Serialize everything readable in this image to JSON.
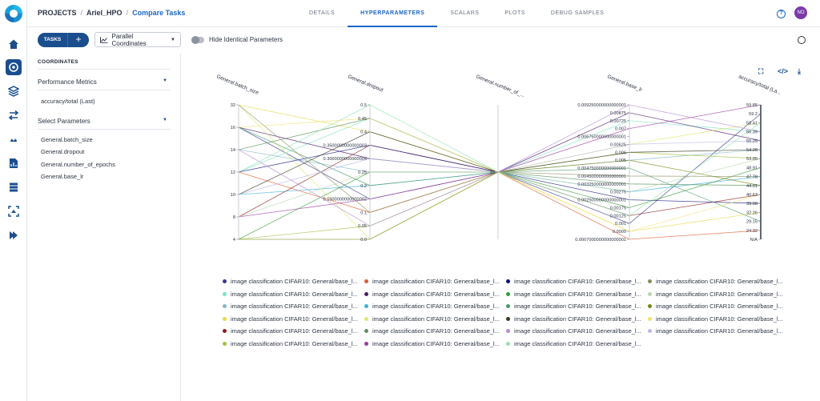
{
  "breadcrumb": {
    "projects": "PROJECTS",
    "project": "Ariel_HPO",
    "page": "Compare Tasks",
    "sep": "/"
  },
  "tabs": [
    "DETAILS",
    "HYPERPARAMETERS",
    "SCALARS",
    "PLOTS",
    "DEBUG SAMPLES"
  ],
  "active_tab": "HYPERPARAMETERS",
  "user": {
    "initials": "NO"
  },
  "help_label": "?",
  "toolbar": {
    "tasks_label": "TASKS",
    "add_label": "+",
    "view_label": "Parallel Coordinates",
    "hide_identical_label": "Hide Identical Parameters"
  },
  "panel": {
    "title": "COORDINATES",
    "metrics_label": "Performance Metrics",
    "metrics": [
      "accuracy/total (Last)"
    ],
    "params_label": "Select Parameters",
    "params": [
      "General.batch_size",
      "General.dropout",
      "General.number_of_epochs",
      "General.base_lr"
    ]
  },
  "colors": {
    "accent": "#1a66c8",
    "navy": "#1b4e8e"
  },
  "chart_data": {
    "type": "parallel-coordinates",
    "axes": [
      {
        "label": "General.batch_size",
        "ticks": [
          "32",
          "16",
          "14",
          "12",
          "10",
          "8",
          "4"
        ]
      },
      {
        "label": "General.dropout",
        "ticks": [
          "0.5",
          "0.45",
          "0.4",
          "0.3500000000000003",
          "0.3000000000000004",
          "0.25",
          "0.2",
          "0.1500000000000002",
          "0.1",
          "0.05",
          "0.0"
        ]
      },
      {
        "label": "General.number_of_...",
        "ticks": [
          "10"
        ]
      },
      {
        "label": "General.base_lr",
        "ticks": [
          "0.009250000000000001",
          "0.00875",
          "0.00725",
          "0.007",
          "0.006750000000000001",
          "0.00625",
          "0.006",
          "0.005",
          "0.004750000000000001",
          "0.004500000000000001",
          "0.003250000000000001",
          "0.00275",
          "0.002500000000000001",
          "0.00175",
          "0.00125",
          "0.001",
          "0.0009",
          "0.0007000000000000001"
        ]
      },
      {
        "label": "accuracy/total (La...",
        "ticks": [
          "59.85",
          "59.2",
          "58.41",
          "56.39",
          "55.25",
          "54.28",
          "53.05",
          "48.91",
          "47.78",
          "44.01",
          "40.63",
          "39.08",
          "32.26",
          "29.15",
          "24.32",
          "N/A"
        ]
      }
    ],
    "runs": [
      {
        "name": "image classification CIFAR10: General/base_l...",
        "color": "#3b3b8f",
        "values": [
          16,
          0.15,
          10,
          0.001,
          59.2
        ]
      },
      {
        "name": "image classification CIFAR10: General/base_l...",
        "color": "#7fe0c4",
        "values": [
          12,
          0.45,
          10,
          0.00725,
          56.39
        ]
      },
      {
        "name": "image classification CIFAR10: General/base_l...",
        "color": "#87b6c7",
        "values": [
          14,
          0.25,
          10,
          0.005,
          54.28
        ]
      },
      {
        "name": "image classification CIFAR10: General/base_l...",
        "color": "#e6d94a",
        "values": [
          32,
          0.4,
          10,
          0.0009,
          32.26
        ]
      },
      {
        "name": "image classification CIFAR10: General/base_l...",
        "color": "#8b2020",
        "values": [
          8,
          0.35,
          10,
          0.00125,
          40.63
        ]
      },
      {
        "name": "image classification CIFAR10: General/base_l...",
        "color": "#a0c040",
        "values": [
          4,
          0.05,
          10,
          0.006,
          53.05
        ]
      },
      {
        "name": "image classification CIFAR10: General/base_l...",
        "color": "#e05a30",
        "values": [
          12,
          0.1,
          10,
          0.0007,
          24.32
        ]
      },
      {
        "name": "image classification CIFAR10: General/base_l...",
        "color": "#4b1a6b",
        "values": [
          16,
          0.3,
          10,
          0.00875,
          55.25
        ]
      },
      {
        "name": "image classification CIFAR10: General/base_l...",
        "color": "#3cb0d8",
        "values": [
          10,
          0.2,
          10,
          0.00275,
          47.78
        ]
      },
      {
        "name": "image classification CIFAR10: General/base_l...",
        "color": "#dde86a",
        "values": [
          32,
          0.0,
          10,
          0.00625,
          58.41
        ]
      },
      {
        "name": "image classification CIFAR10: General/base_l...",
        "color": "#5a8f5a",
        "values": [
          14,
          0.45,
          10,
          0.003250000000000001,
          44.01
        ]
      },
      {
        "name": "image classification CIFAR10: General/base_l...",
        "color": "#9a3aa0",
        "values": [
          8,
          0.15,
          10,
          0.007,
          59.85
        ]
      },
      {
        "name": "image classification CIFAR10: General/base_l...",
        "color": "#101080",
        "values": [
          12,
          0.35,
          10,
          0.002500000000000001,
          39.08
        ]
      },
      {
        "name": "image classification CIFAR10: General/base_l...",
        "color": "#3a9a3a",
        "values": [
          4,
          0.25,
          10,
          0.00175,
          48.91
        ]
      },
      {
        "name": "image classification CIFAR10: General/base_l...",
        "color": "#4a9a6a",
        "values": [
          16,
          0.2,
          10,
          0.004750000000000001,
          29.15
        ]
      },
      {
        "name": "image classification CIFAR10: General/base_l...",
        "color": "#3a3a20",
        "values": [
          10,
          0.4,
          10,
          0.006,
          54.28
        ]
      },
      {
        "name": "image classification CIFAR10: General/base_l...",
        "color": "#b58bd0",
        "values": [
          14,
          0.05,
          10,
          0.009250000000000001,
          56.39
        ]
      },
      {
        "name": "image classification CIFAR10: General/base_l...",
        "color": "#8fe6b0",
        "values": [
          12,
          0.5,
          10,
          0.00125,
          58.41
        ]
      },
      {
        "name": "image classification CIFAR10: General/base_l...",
        "color": "#8b8b5a",
        "values": [
          32,
          0.1,
          10,
          0.004500000000000001,
          47.78
        ]
      },
      {
        "name": "image classification CIFAR10: General/base_l...",
        "color": "#b9d6b0",
        "values": [
          8,
          0.25,
          10,
          0.00275,
          53.05
        ]
      },
      {
        "name": "image classification CIFAR10: General/base_l...",
        "color": "#7a8a1a",
        "values": [
          4,
          0.0,
          10,
          0.005,
          44.01
        ]
      },
      {
        "name": "image classification CIFAR10: General/base_l...",
        "color": "#f0e070",
        "values": [
          16,
          0.45,
          10,
          0.0009,
          40.63
        ]
      },
      {
        "name": "image classification CIFAR10: General/base_l...",
        "color": "#b8b8e8",
        "values": [
          10,
          0.3,
          10,
          0.00625,
          55.25
        ]
      }
    ]
  }
}
